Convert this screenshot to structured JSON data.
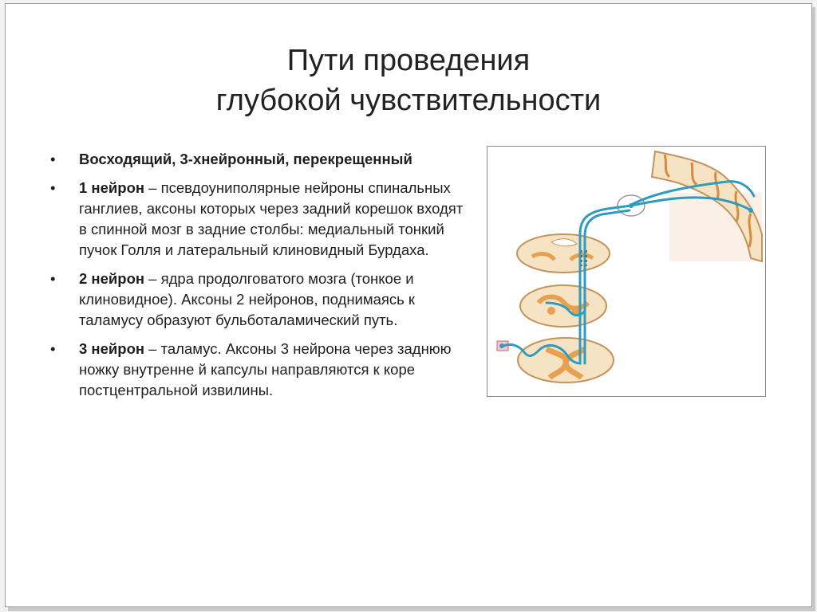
{
  "slide": {
    "title_line1": "Пути проведения",
    "title_line2": "глубокой чувствительности",
    "bullets": [
      {
        "bold": "Восходящий, 3-хнейронный, перекрещенный",
        "text": ""
      },
      {
        "bold": "1 нейрон",
        "text": " – псевдоуниполярные нейроны спинальных ганглиев, аксоны которых через задний корешок входят в спинной мозг в задние столбы: медиальный тонкий пучок Голля и латеральный клиновидный Бурдаха."
      },
      {
        "bold": "2 нейрон",
        "text": " – ядра продолговатого мозга (тонкое и клиновидное). Аксоны 2 нейронов, поднимаясь к таламусу образуют бульботаламический путь."
      },
      {
        "bold": "3 нейрон",
        "text": " – таламус. Аксоны 3 нейрона через заднюю ножку внутренне      й капсулы направляются к коре постцентральной извилины."
      }
    ],
    "figure_icon": "neural-pathway-diagram-icon",
    "colors": {
      "pathway": "#2f9bbf",
      "tissue": "#f6e3c4",
      "tissue_edge": "#c4935c",
      "grey_matter": "#e9a04e"
    }
  }
}
